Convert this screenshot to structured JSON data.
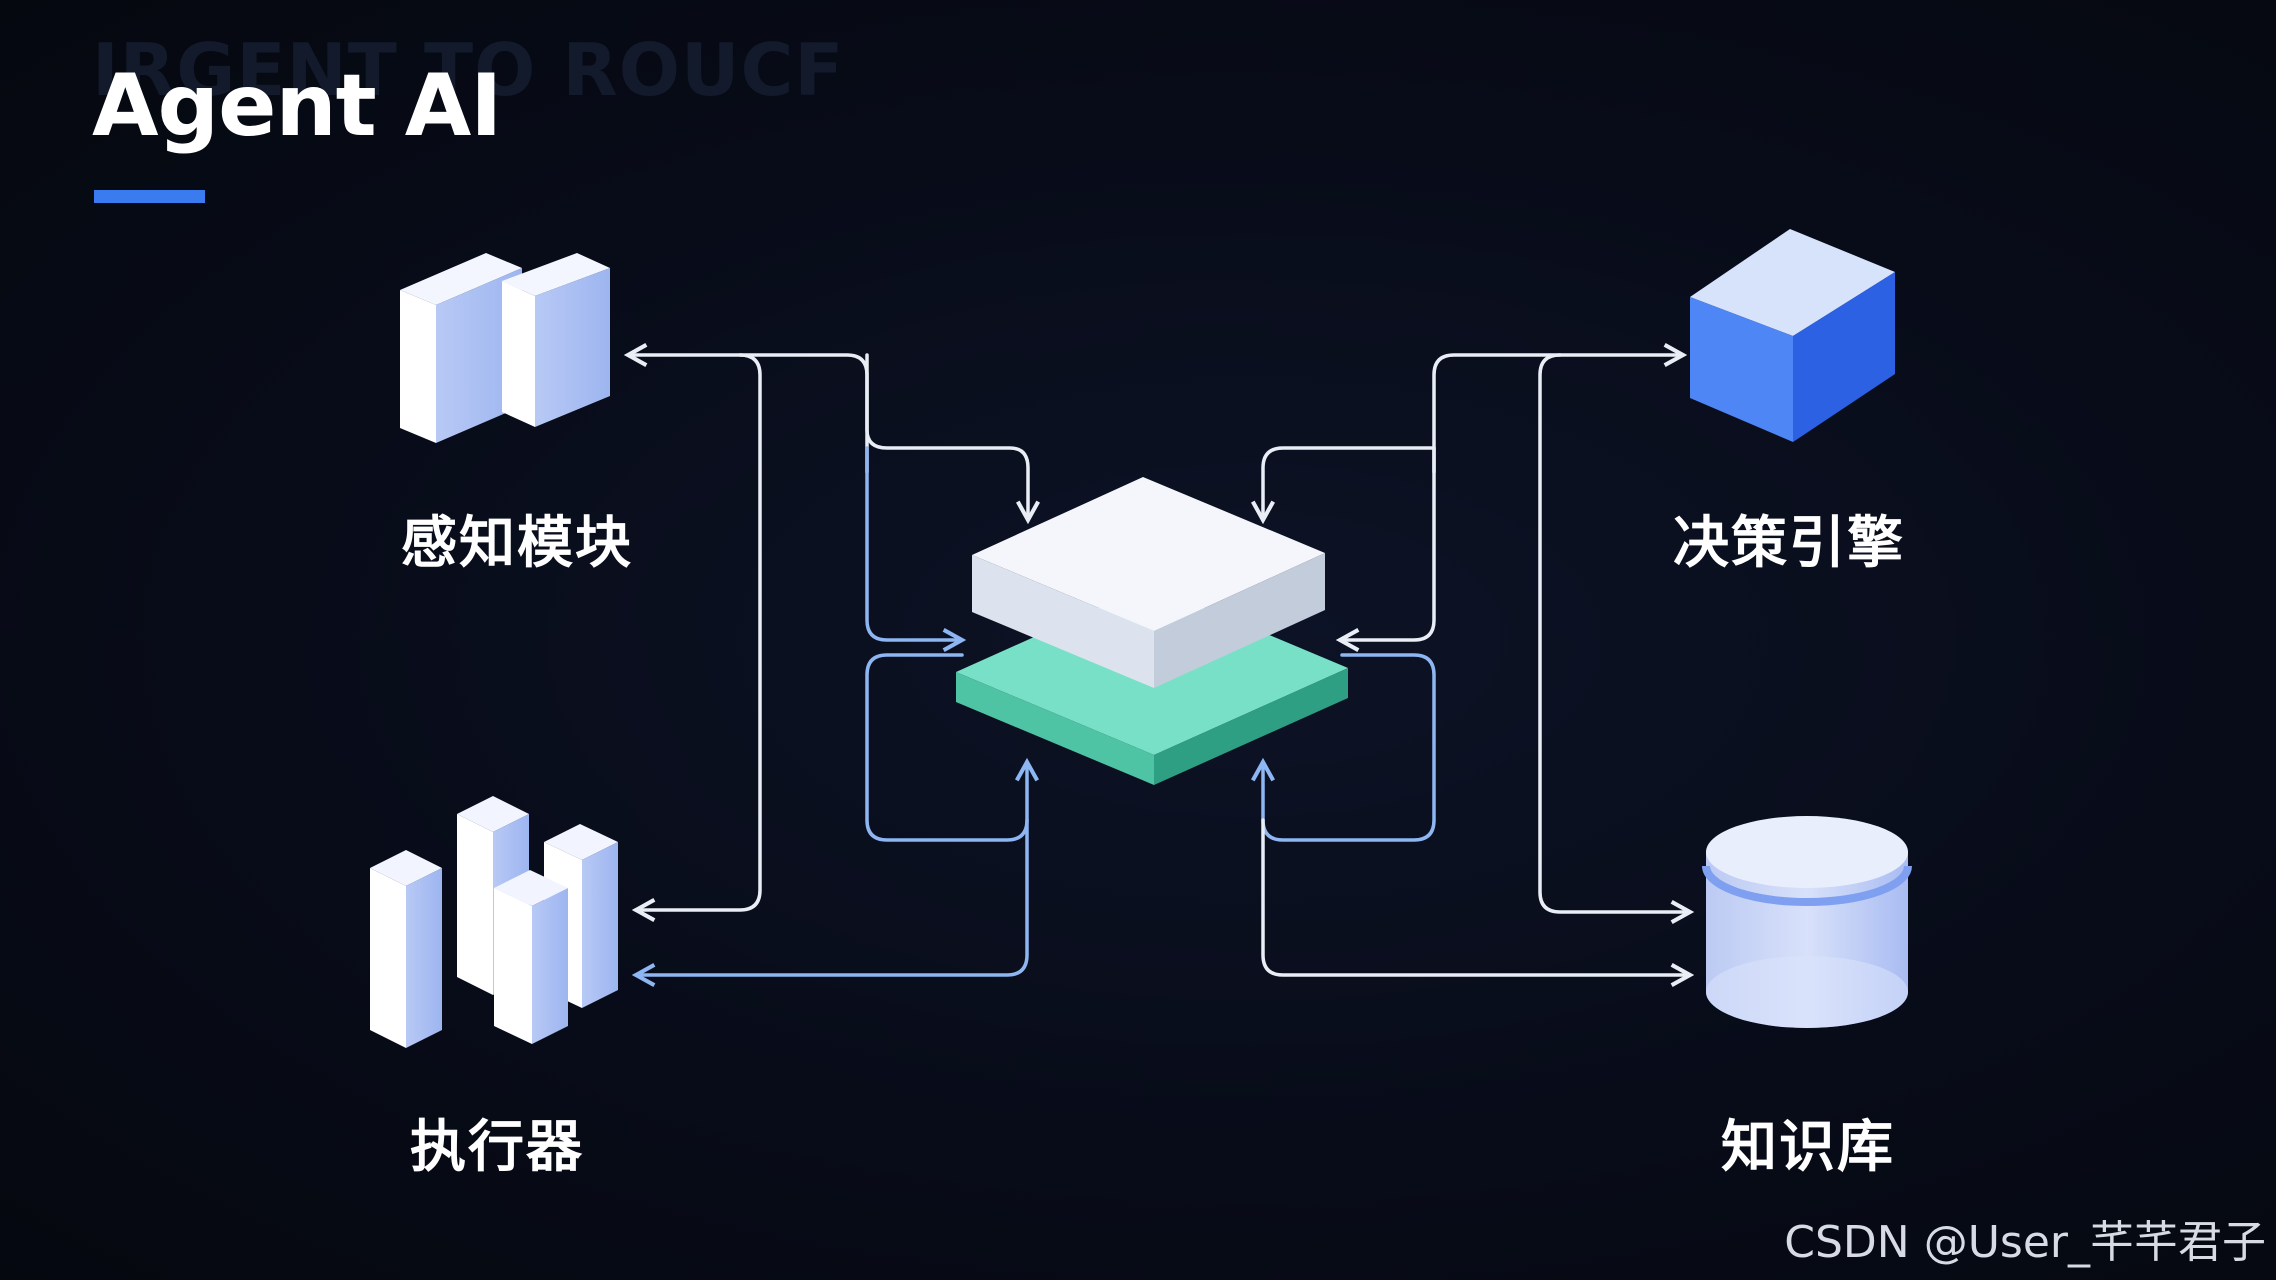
{
  "header": {
    "ghost_title": "IRGENT TO ROUCF",
    "title": "Agent AI",
    "accent_color": "#3b7bf0"
  },
  "nodes": {
    "perception": {
      "label": "感知模块",
      "icon": "bar-blocks-icon"
    },
    "decision": {
      "label": "决策引擎",
      "icon": "cube-icon"
    },
    "executor": {
      "label": "执行器",
      "icon": "column-blocks-icon"
    },
    "knowledge": {
      "label": "知识库",
      "icon": "database-cylinder-icon"
    },
    "core": {
      "icon": "stacked-layers-icon"
    }
  },
  "colors": {
    "background": "#070b17",
    "arrow_white": "#e9edf5",
    "arrow_blue": "#8db6f2",
    "core_top": "#eef1f7",
    "core_base": "#5fd2b5",
    "cube_blue": "#3d74ee",
    "block_light": "#dfe6fb"
  },
  "watermark": "CSDN @User_芊芊君子"
}
